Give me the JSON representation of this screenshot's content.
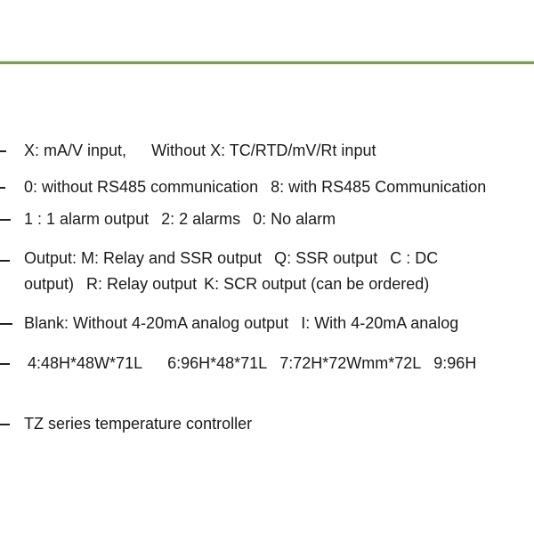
{
  "divider_color": "#7d9b5e",
  "rows": [
    {
      "segments": [
        "X: mA/V input,",
        "Without X: TC/RTD/mV/Rt input"
      ]
    },
    {
      "segments": [
        "0: without RS485 communication",
        "8: with RS485  Communication"
      ]
    },
    {
      "segments": [
        "1 : 1 alarm output",
        "2: 2 alarms",
        "0: No alarm"
      ]
    },
    {
      "line1": [
        "Output: M: Relay and SSR output",
        "Q:  SSR output",
        "C : DC"
      ],
      "line2": [
        "output)",
        "R: Relay output",
        "K: SCR output (can be ordered)"
      ]
    },
    {
      "segments": [
        "Blank: Without 4-20mA  analog output",
        "I: With 4-20mA analog"
      ]
    },
    {
      "segments": [
        "4:48H*48W*71L",
        "6:96H*48*71L",
        "7:72H*72Wmm*72L",
        "9:96H"
      ]
    },
    {
      "segments": [
        "TZ series temperature controller"
      ]
    }
  ]
}
